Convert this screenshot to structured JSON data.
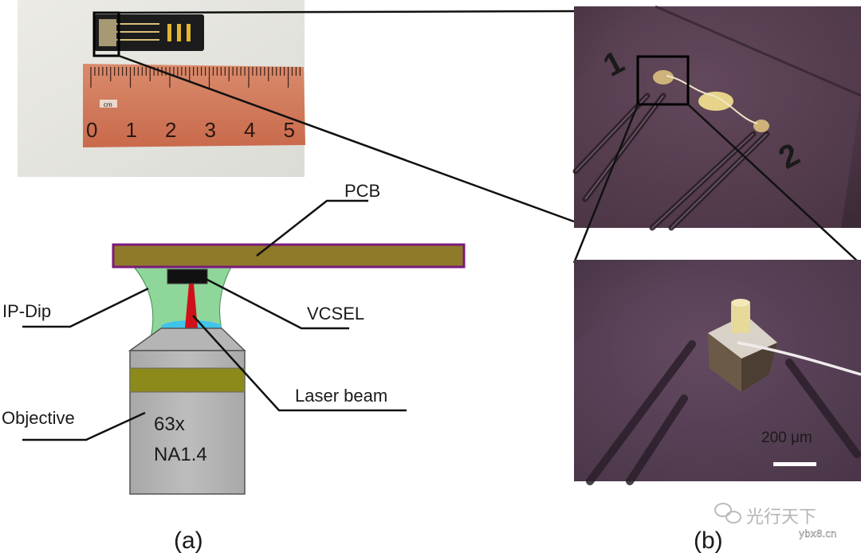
{
  "panel_a": {
    "ruler_tag": "cm",
    "ruler_numbers": [
      "0",
      "1",
      "2",
      "3",
      "4",
      "5"
    ],
    "labels": {
      "pcb": "PCB",
      "ip_dip": "IP-Dip",
      "vcsel": "VCSEL",
      "laser_beam": "Laser beam",
      "objective": "Objective"
    },
    "objective_magnification": "63x",
    "objective_na": "NA1.4",
    "caption": "(a)"
  },
  "panel_b": {
    "pad_labels": [
      "1",
      "2"
    ],
    "scale_bar_label": "200 μm",
    "caption": "(b)"
  },
  "watermark": {
    "brand": "光行天下",
    "site": "ybx8.cn"
  },
  "colors": {
    "pcb_fill": "#8f7a2a",
    "pcb_border": "#7a1a7a",
    "resin_green": "#8fd69a",
    "vcsel_black": "#111111",
    "laser_red": "#d0101a",
    "immersion_blue": "#3fc4ec",
    "objective_gray": "#b5b5b5",
    "objective_band": "#8c8a1a",
    "ruler_orange": "#d47a5a",
    "board_purple": "#5a3f52"
  }
}
